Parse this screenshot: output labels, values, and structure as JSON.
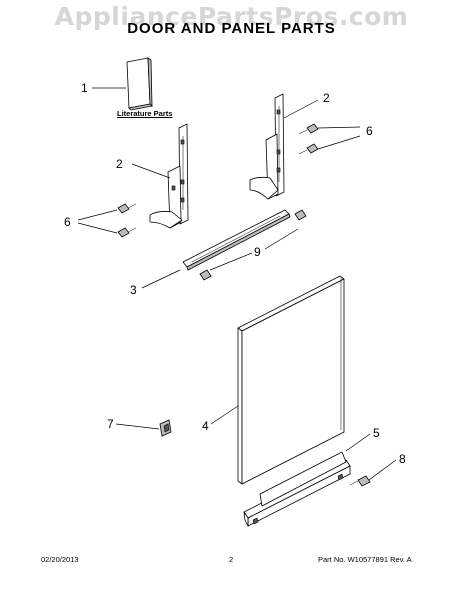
{
  "watermark": "AppliancePartsPros.com",
  "title": "DOOR AND PANEL PARTS",
  "literature_label": "Literature Parts",
  "callouts": [
    "1",
    "2",
    "2",
    "6",
    "6",
    "9",
    "3",
    "7",
    "4",
    "5",
    "8"
  ],
  "footer": {
    "date": "02/20/2013",
    "page": "2",
    "part_info": "Part No. W10577891  Rev. A"
  }
}
